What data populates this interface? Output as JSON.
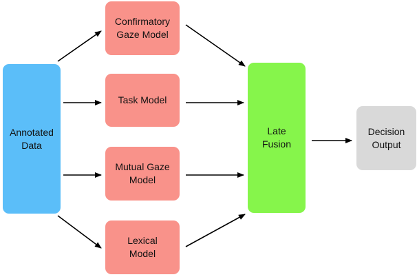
{
  "colors": {
    "input": "#5bbef9",
    "model": "#f9928a",
    "fusion": "#86f54b",
    "output": "#d9d9d9",
    "arrow": "#000000"
  },
  "nodes": {
    "input": {
      "label": "Annotated\nData"
    },
    "confirm": {
      "label": "Confirmatory\nGaze Model"
    },
    "task": {
      "label": "Task Model"
    },
    "mutual": {
      "label": "Mutual Gaze\nModel"
    },
    "lexical": {
      "label": "Lexical\nModel"
    },
    "fusion": {
      "label": "Late\nFusion"
    },
    "output": {
      "label": "Decision\nOutput"
    }
  },
  "edges": [
    {
      "from": "input",
      "to": "confirm"
    },
    {
      "from": "input",
      "to": "task"
    },
    {
      "from": "input",
      "to": "mutual"
    },
    {
      "from": "input",
      "to": "lexical"
    },
    {
      "from": "confirm",
      "to": "fusion"
    },
    {
      "from": "task",
      "to": "fusion"
    },
    {
      "from": "mutual",
      "to": "fusion"
    },
    {
      "from": "lexical",
      "to": "fusion"
    },
    {
      "from": "fusion",
      "to": "output"
    }
  ]
}
